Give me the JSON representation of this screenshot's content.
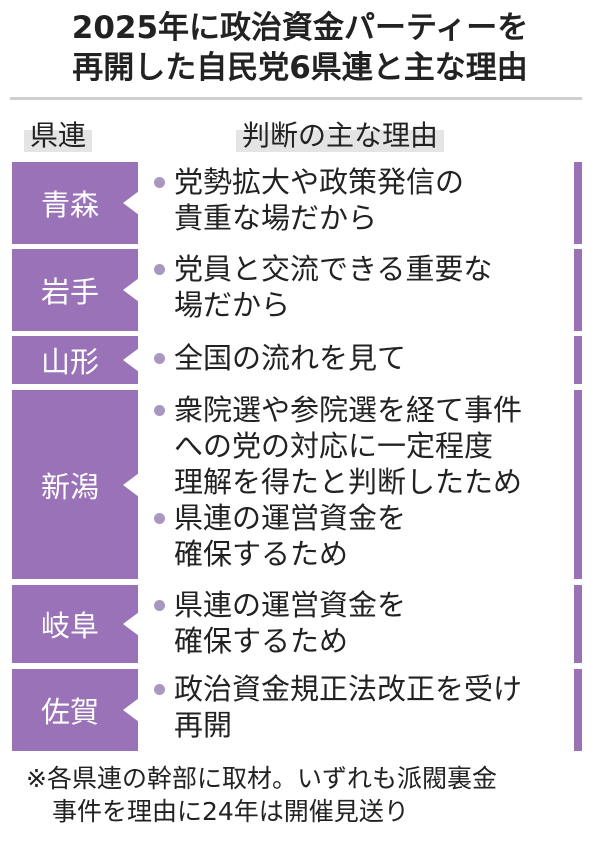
{
  "title": {
    "line1": "2025年に政治資金パーティーを",
    "line2": "再開した自民党6県連と主な理由"
  },
  "headers": {
    "prefecture": "県連",
    "reason": "判断の主な理由"
  },
  "accent_color": "#9a72b8",
  "rows": [
    {
      "prefecture": "青森",
      "reasons": [
        [
          "党勢拡大や政策発信の",
          "貴重な場だから"
        ]
      ]
    },
    {
      "prefecture": "岩手",
      "reasons": [
        [
          "党員と交流できる重要な",
          "場だから"
        ]
      ]
    },
    {
      "prefecture": "山形",
      "reasons": [
        [
          "全国の流れを見て"
        ]
      ]
    },
    {
      "prefecture": "新潟",
      "reasons": [
        [
          "衆院選や参院選を経て事件",
          "への党の対応に一定程度",
          "理解を得たと判断したため"
        ],
        [
          "県連の運営資金を",
          "確保するため"
        ]
      ]
    },
    {
      "prefecture": "岐阜",
      "reasons": [
        [
          "県連の運営資金を",
          "確保するため"
        ]
      ]
    },
    {
      "prefecture": "佐賀",
      "reasons": [
        [
          "政治資金規正法改正を受け",
          "再開"
        ]
      ]
    }
  ],
  "note": {
    "line1": "※各県連の幹部に取材。いずれも派閥裏金",
    "line2": "事件を理由に24年は開催見送り"
  }
}
